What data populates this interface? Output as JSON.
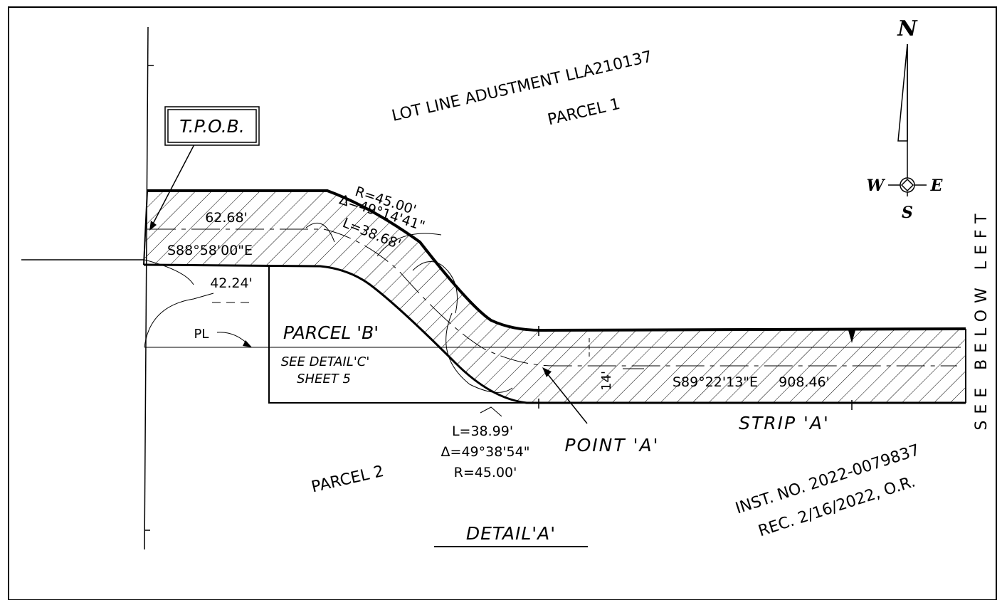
{
  "title": "DETAIL'A'",
  "lot_line": "LOT LINE ADUSTMENT LLA210137",
  "parcels": {
    "parcel1": "PARCEL 1",
    "parcel2": "PARCEL 2",
    "parcel_b": "PARCEL 'B'",
    "see_detail": "SEE DETAIL'C'",
    "sheet": "SHEET 5"
  },
  "tpob": "T.P.O.B.",
  "labels": {
    "pl": "PL",
    "strip_a": "STRIP 'A'",
    "point_a": "POINT 'A'",
    "see_below_left": "SEE BELOW LEFT"
  },
  "dimensions": {
    "dist_top": "62.68'",
    "bearing_top": "S88°58'00\"E",
    "dist_left": "42.24'",
    "width": "14'",
    "bearing_main": "S89°22'13\"E",
    "dist_main": "908.46'"
  },
  "curve_upper": {
    "radius": "R=45.00'",
    "delta": "Δ=49°14'41\"",
    "length": "L=38.68'"
  },
  "curve_lower": {
    "length": "L=38.99'",
    "delta": "Δ=49°38'54\"",
    "radius": "R=45.00'"
  },
  "instrument": {
    "inst_no": "INST. NO. 2022-0079837",
    "rec": "REC. 2/16/2022, O.R."
  },
  "north_arrow": {
    "n": "N",
    "s": "S",
    "e": "E",
    "w": "W"
  }
}
